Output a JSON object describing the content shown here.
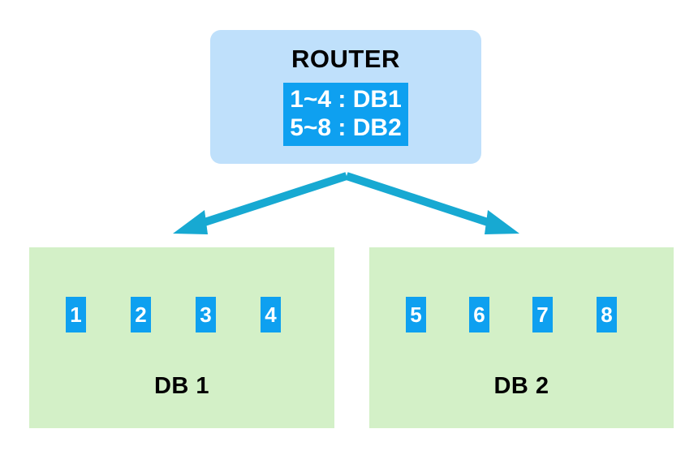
{
  "diagram": {
    "title": "Database sharding router diagram",
    "colors": {
      "router_fill": "#bfe0fb",
      "rule_highlight": "#0ea0f0",
      "rule_text": "#ffffff",
      "db_fill": "#d3f0c7",
      "chip_fill": "#0ea0f0",
      "chip_text": "#ffffff",
      "arrow": "#17a9d2",
      "label_text": "#000000",
      "background": "#ffffff"
    }
  },
  "router": {
    "title": "ROUTER",
    "rules": [
      "1~4 : DB1",
      "5~8 : DB2"
    ]
  },
  "arrows": [
    {
      "name": "router-to-db1",
      "direction": "down-left"
    },
    {
      "name": "router-to-db2",
      "direction": "down-right"
    }
  ],
  "databases": [
    {
      "label": "DB 1",
      "chips": [
        "1",
        "2",
        "3",
        "4"
      ],
      "chip_x": [
        45,
        125,
        205,
        285
      ]
    },
    {
      "label": "DB 2",
      "chips": [
        "5",
        "6",
        "7",
        "8"
      ],
      "chip_x": [
        45,
        123,
        201,
        280
      ]
    }
  ]
}
